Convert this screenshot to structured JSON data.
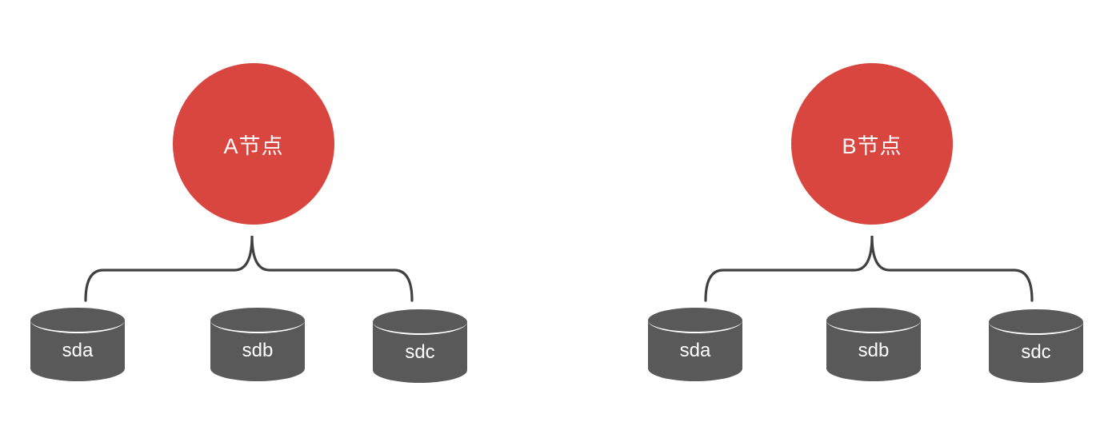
{
  "diagram": {
    "clusters": [
      {
        "node_label": "A节点",
        "disks": [
          "sda",
          "sdb",
          "sdc"
        ]
      },
      {
        "node_label": "B节点",
        "disks": [
          "sda",
          "sdb",
          "sdc"
        ]
      }
    ],
    "colors": {
      "node_fill": "#d9453f",
      "disk_fill": "#595959",
      "connector_line": "#404040",
      "label_text": "#ffffff"
    }
  }
}
